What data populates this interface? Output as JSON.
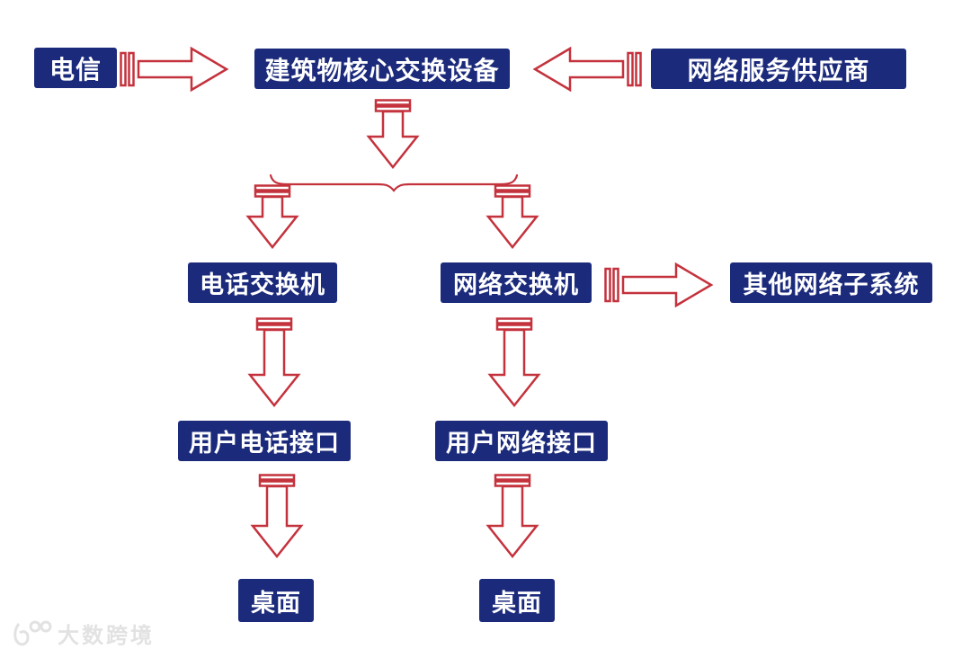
{
  "colors": {
    "node_fill": "#1b2a7b",
    "node_text": "#ffffff",
    "arrow": "#c4323d",
    "background": "#ffffff",
    "watermark": "#e2e2e2"
  },
  "nodes": {
    "telecom": {
      "label": "电信"
    },
    "core_switch": {
      "label": "建筑物核心交换设备"
    },
    "isp": {
      "label": "网络服务供应商"
    },
    "phone_switch": {
      "label": "电话交换机"
    },
    "network_switch": {
      "label": "网络交换机"
    },
    "other_subsystems": {
      "label": "其他网络子系统"
    },
    "user_phone_interface": {
      "label": "用户电话接口"
    },
    "user_network_interface": {
      "label": "用户网络接口"
    },
    "desktop_phone": {
      "label": "桌面"
    },
    "desktop_network": {
      "label": "桌面"
    }
  },
  "edges": [
    {
      "from": "telecom",
      "to": "core_switch"
    },
    {
      "from": "isp",
      "to": "core_switch"
    },
    {
      "from": "core_switch",
      "to": "phone_switch"
    },
    {
      "from": "core_switch",
      "to": "network_switch"
    },
    {
      "from": "network_switch",
      "to": "other_subsystems"
    },
    {
      "from": "phone_switch",
      "to": "user_phone_interface"
    },
    {
      "from": "network_switch",
      "to": "user_network_interface"
    },
    {
      "from": "user_phone_interface",
      "to": "desktop_phone"
    },
    {
      "from": "user_network_interface",
      "to": "desktop_network"
    }
  ],
  "watermark": {
    "text": "大数跨境"
  }
}
